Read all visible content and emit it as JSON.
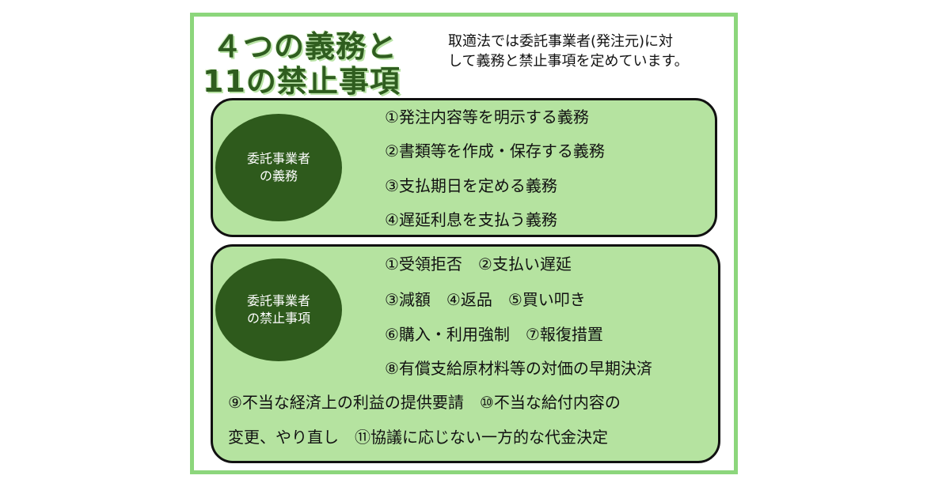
{
  "title": {
    "line1": "４つの義務と",
    "line2": "11の禁止事項"
  },
  "description": {
    "line1": "取適法では委託事業者(発注元)に対",
    "line2": "して義務と禁止事項を定めています。"
  },
  "obligations": {
    "label_line1": "委託事業者",
    "label_line2": "の義務",
    "items": [
      "①発注内容等を明示する義務",
      "②書類等を作成・保存する義務",
      "③支払期日を定める義務",
      "④遅延利息を支払う義務"
    ]
  },
  "prohibitions": {
    "label_line1": "委託事業者",
    "label_line2": "の禁止事項",
    "lines": [
      "①受領拒否　②支払い遅延",
      "③減額　④返品　⑤買い叩き",
      "⑥購入・利用強制　⑦報復措置",
      "⑧有償支給原材料等の対価の早期決済",
      "⑨不当な経済上の利益の提供要請　⑩不当な給付内容の",
      "変更、やり直し　⑪協議に応じない一方的な代金決定"
    ]
  },
  "colors": {
    "frame": "#8cd67c",
    "box_fill": "#b5e3a0",
    "ellipse": "#2e5a1c",
    "title": "#2f5d1f"
  }
}
